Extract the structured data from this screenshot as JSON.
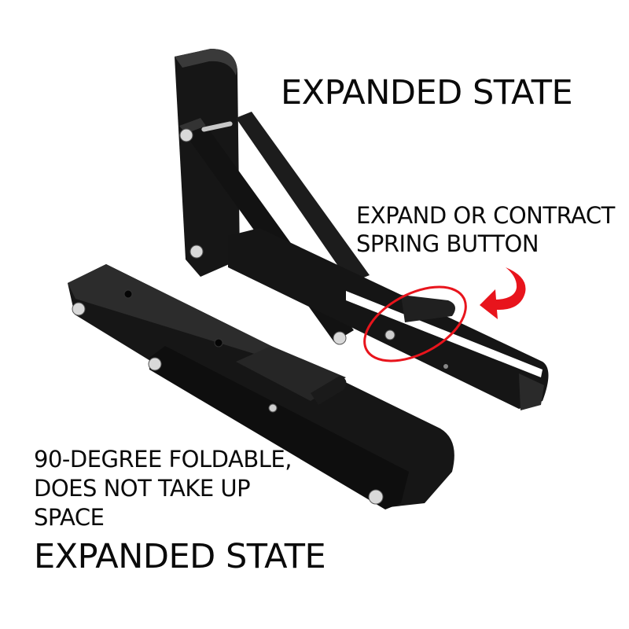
{
  "labels": {
    "top_title": "EXPANDED STATE",
    "callout_line1": "EXPAND OR CONTRACT",
    "callout_line2": "SPRING BUTTON",
    "fold_line1": "90-DEGREE FOLDABLE,",
    "fold_line2": "DOES NOT TAKE UP",
    "fold_line3": "SPACE",
    "bottom_title": "EXPANDED STATE"
  },
  "colors": {
    "background": "#ffffff",
    "text": "#0a0a0a",
    "bracket": "#141414",
    "highlight": "#e8141c"
  },
  "icons": {
    "callout_circle": "highlight-circle",
    "callout_arrow": "curved-arrow-left"
  }
}
